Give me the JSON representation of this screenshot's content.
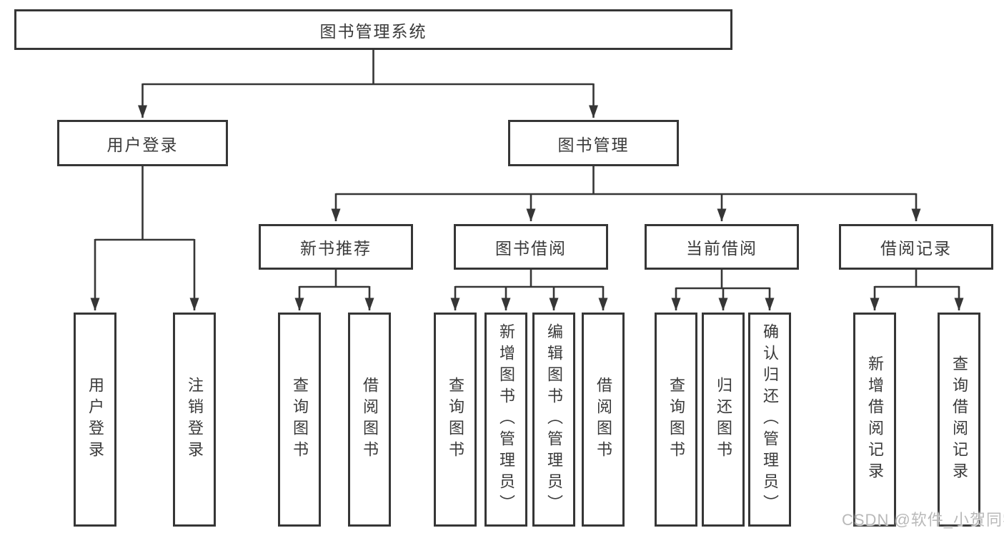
{
  "colors": {
    "line": "#363636",
    "box_border": "#363636",
    "box_fill": "#ffffff",
    "text": "#3a3a3a",
    "watermark": "#b9b9b9",
    "background": "#ffffff"
  },
  "tree": {
    "root": "图书管理系统",
    "branches": [
      {
        "label": "用户登录",
        "leaves": [
          "用户登录",
          "注销登录"
        ]
      },
      {
        "label": "图书管理",
        "groups": [
          {
            "label": "新书推荐",
            "leaves": [
              "查询图书",
              "借阅图书"
            ]
          },
          {
            "label": "图书借阅",
            "leaves": [
              "查询图书",
              "新增图书（管理员）",
              "编辑图书（管理员）",
              "借阅图书"
            ]
          },
          {
            "label": "当前借阅",
            "leaves": [
              "查询图书",
              "归还图书",
              "确认归还（管理员）"
            ]
          },
          {
            "label": "借阅记录",
            "leaves": [
              "新增借阅记录",
              "查询借阅记录"
            ]
          }
        ]
      }
    ]
  },
  "watermark": "CSDN @软件_小贺同学"
}
